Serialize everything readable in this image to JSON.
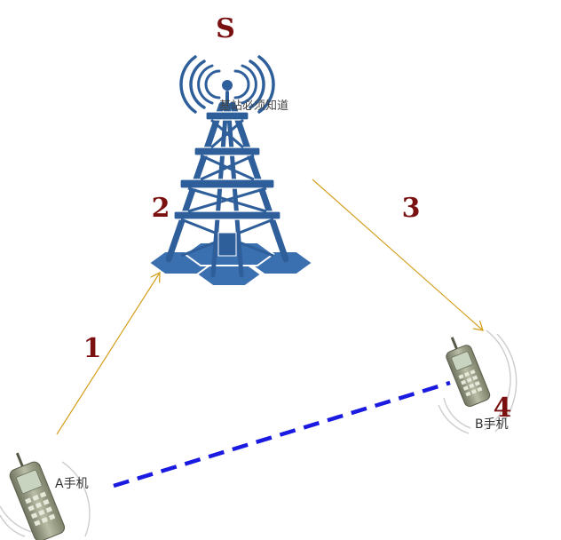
{
  "labels": {
    "source": "S",
    "step_1": "1",
    "step_2": "2",
    "step_3": "3",
    "step_4": "4"
  },
  "tower": {
    "caption": "基站必须知道",
    "icon": "cell-tower-icon",
    "color": "#2f5f9a"
  },
  "phone_a": {
    "label": "A手机",
    "icon": "mobile-phone-icon"
  },
  "phone_b": {
    "label": "B手机",
    "icon": "mobile-phone-icon"
  },
  "colors": {
    "step_label": "#7a1010",
    "arrow": "#d4a020",
    "call_link": "#1a1ae0",
    "tower": "#2f5f9a",
    "phone": "#8f9478"
  }
}
